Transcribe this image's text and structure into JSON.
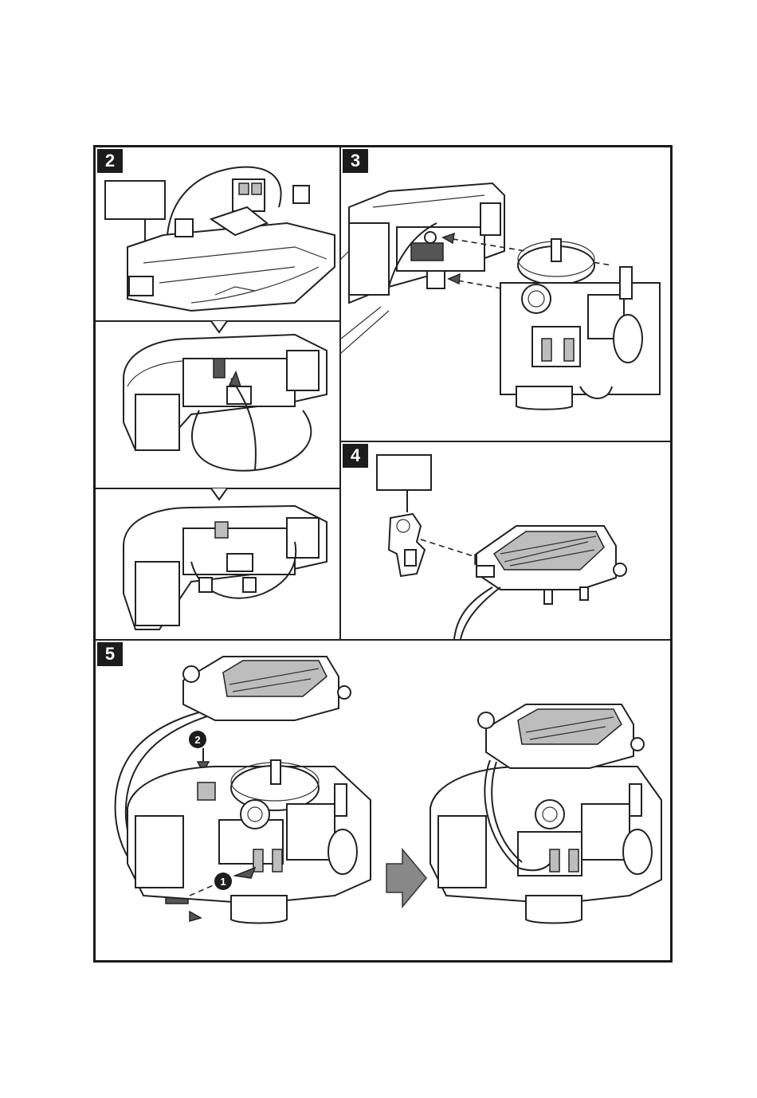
{
  "steps": [
    {
      "number": "2",
      "label_box": ""
    },
    {
      "number": "3"
    },
    {
      "number": "4",
      "label_box": ""
    },
    {
      "number": "5"
    }
  ],
  "callouts": [
    "❷",
    "❶"
  ],
  "colors": {
    "border": "#1a1a1a",
    "badge": "#1c1c1c",
    "line": "#222222",
    "shade": "#bdbdbd"
  },
  "icons": [
    "arrow-right-icon",
    "numbered-circle-icon"
  ]
}
